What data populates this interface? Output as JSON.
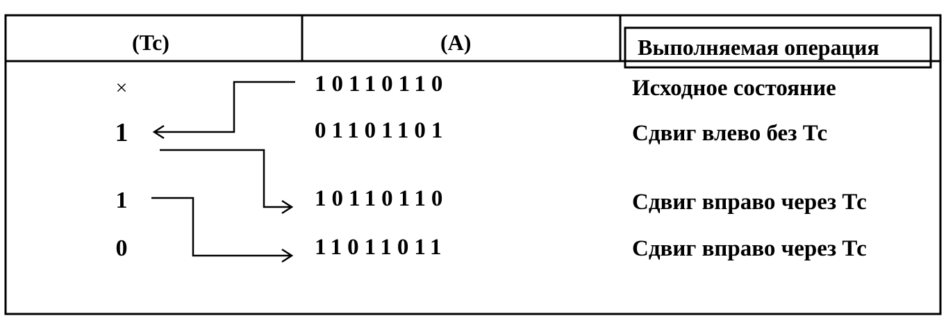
{
  "table": {
    "headers": {
      "tc": "(Tc)",
      "a": "(A)",
      "operation": "Выполняемая операция"
    },
    "rows": [
      {
        "tc": "×",
        "a": "10110110",
        "operation": "Исходное состояние"
      },
      {
        "tc": "1",
        "a": "01101101",
        "operation": "Сдвиг влево без Тс"
      },
      {
        "tc": "1",
        "a": "10110110",
        "operation": "Сдвиг вправо через Тс"
      },
      {
        "tc": "0",
        "a": "11011011",
        "operation": "Сдвиг вправо через Тс"
      }
    ]
  }
}
